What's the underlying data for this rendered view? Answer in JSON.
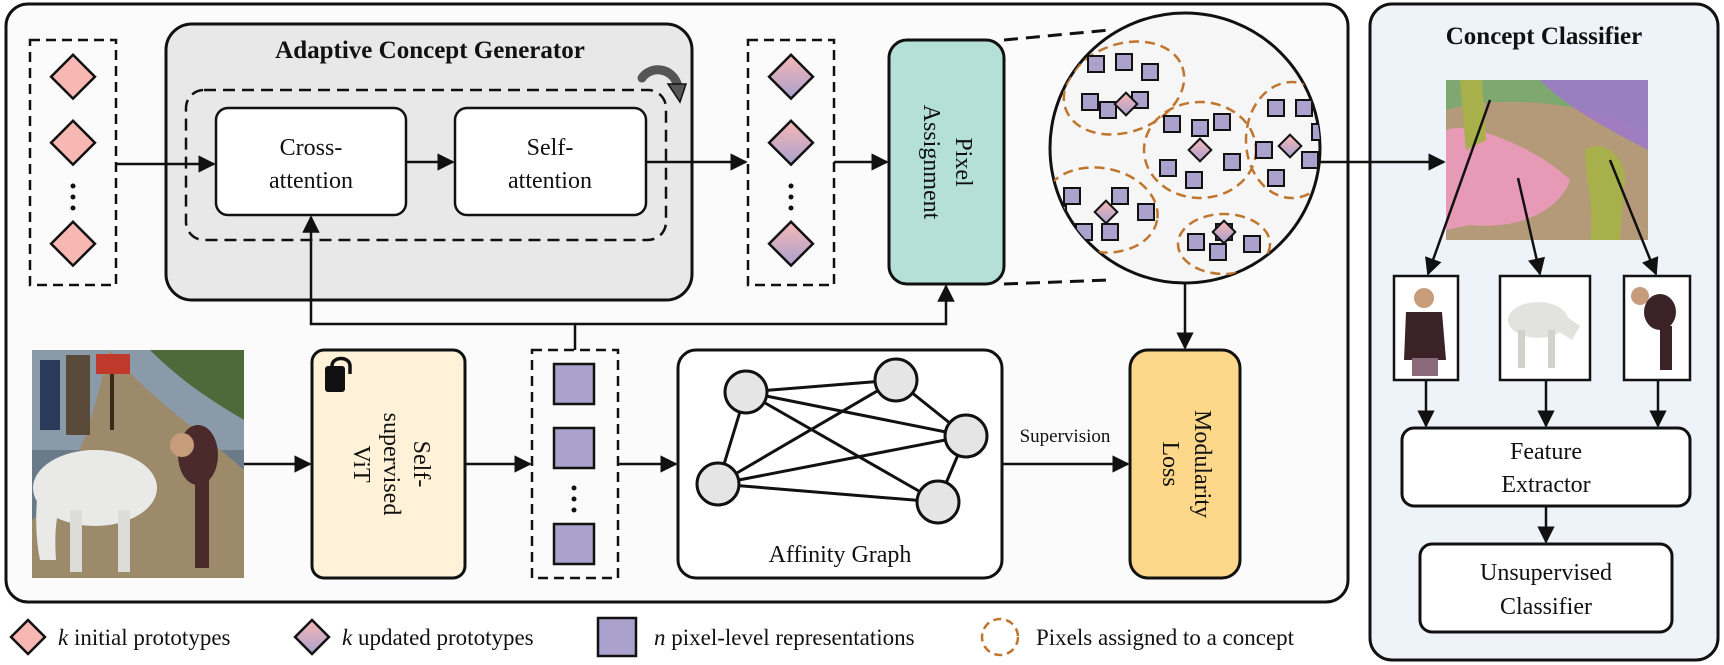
{
  "generator": {
    "title": "Adaptive Concept Generator",
    "cross_attention": [
      "Cross-",
      "attention"
    ],
    "self_attention": [
      "Self-",
      "attention"
    ]
  },
  "pixel_assignment": [
    "Pixel",
    "Assignment"
  ],
  "vit": [
    "Self-",
    "supervised",
    "ViT"
  ],
  "affinity_graph": "Affinity Graph",
  "supervision": "Supervision",
  "modularity_loss": [
    "Modularity",
    "Loss"
  ],
  "classifier": {
    "title": "Concept Classifier",
    "feature_extractor": [
      "Feature",
      "Extractor"
    ],
    "unsupervised_classifier": [
      "Unsupervised",
      "Classifier"
    ]
  },
  "legend": [
    {
      "symbol": "k",
      "text": " initial prototypes"
    },
    {
      "symbol": "k",
      "text": " updated prototypes"
    },
    {
      "symbol": "n",
      "text": " pixel-level representations"
    },
    {
      "symbol": "",
      "text": "Pixels assigned to a concept"
    }
  ],
  "colors": {
    "prototype_initial": "#f7b8b4",
    "prototype_updated_start": "#f7b8b4",
    "prototype_updated_end": "#a9a0cf",
    "pixel_repr": "#aaa2cc",
    "pixel_assignment": "#b5e0d8",
    "vit": "#fff2d9",
    "modularity_loss": "#fdd78a",
    "generator_bg": "#e8e8e8",
    "cluster_border": "#c0752e",
    "classifier_bg": "#eef3f9"
  },
  "icons": [
    "lock-icon",
    "refresh-arrow-icon",
    "ellipsis-icon"
  ]
}
